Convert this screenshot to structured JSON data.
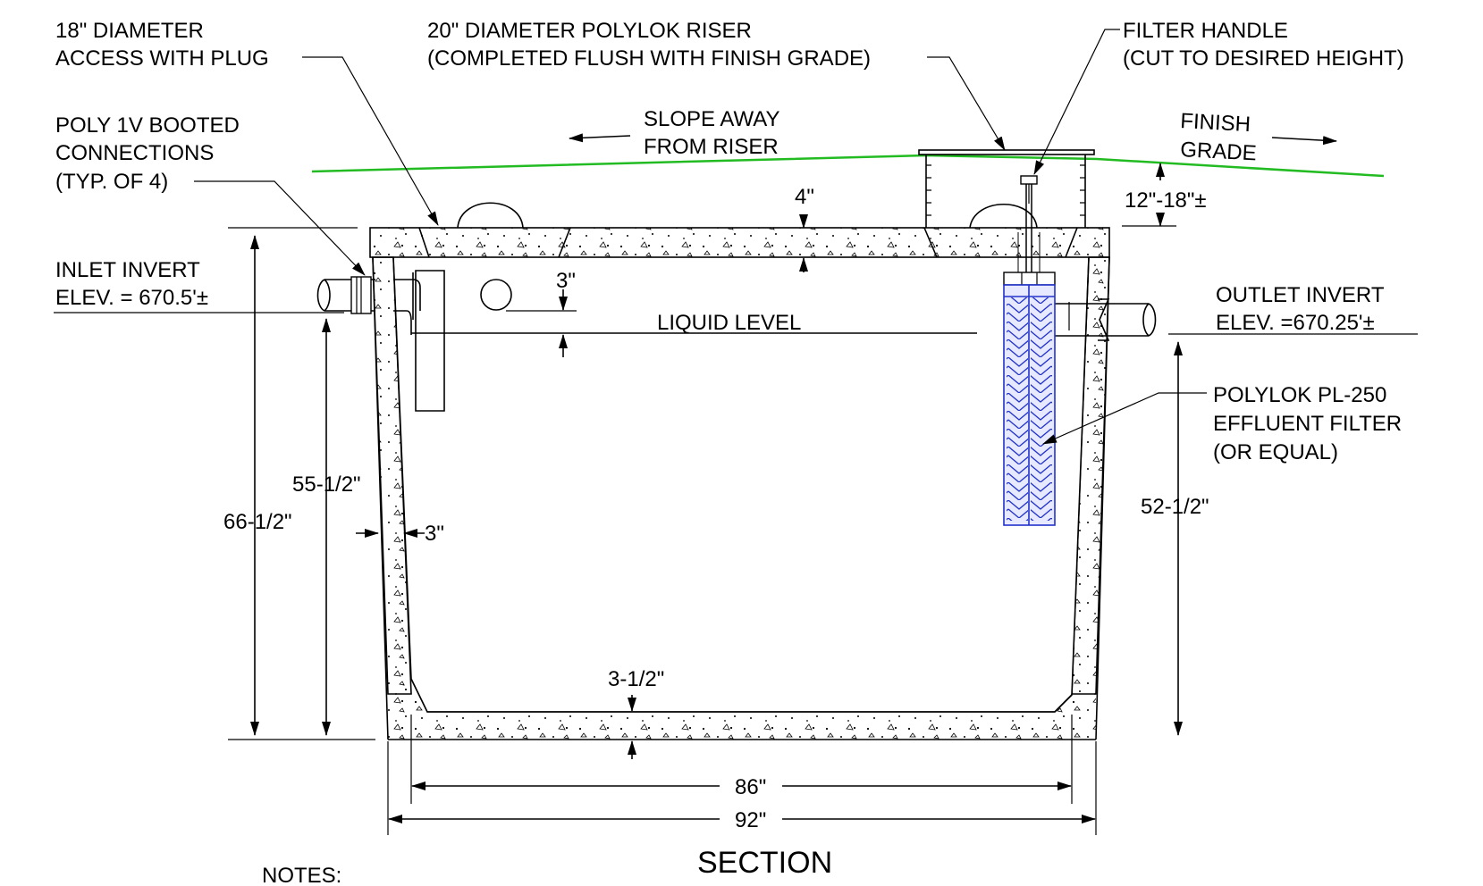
{
  "colors": {
    "line": "#000000",
    "grade_line": "#22bb22",
    "filter": "#2233cc",
    "filter_fill": "#e6e9ff",
    "background": "#ffffff"
  },
  "labels": {
    "access_line1": "18\" DIAMETER",
    "access_line2": "ACCESS WITH PLUG",
    "riser_line1": "20\" DIAMETER POLYLOK RISER",
    "riser_line2": "(COMPLETED FLUSH WITH FINISH GRADE)",
    "handle_line1": "FILTER HANDLE",
    "handle_line2": "(CUT TO DESIRED HEIGHT)",
    "boot_line1": "POLY 1V BOOTED",
    "boot_line2": "CONNECTIONS",
    "boot_line3": "(TYP. OF 4)",
    "slope_line1": "SLOPE AWAY",
    "slope_line2": "FROM RISER",
    "finish_line1": "FINISH",
    "finish_line2": "GRADE",
    "inlet_line1": "INLET INVERT",
    "inlet_line2": "ELEV. = 670.5'±",
    "outlet_line1": "OUTLET INVERT",
    "outlet_line2": "ELEV. =670.25'±",
    "liquid_level": "LIQUID LEVEL",
    "filter_line1": "POLYLOK PL-250",
    "filter_line2": "EFFLUENT FILTER",
    "filter_line3": "(OR EQUAL)",
    "section_title": "SECTION",
    "notes": "NOTES:"
  },
  "dimensions": {
    "lid_thickness": "4\"",
    "riser_depth": "12\"-18\"±",
    "pipe_to_liquid": "3\"",
    "wall_thickness": "3\"",
    "floor_thickness": "3-1/2\"",
    "overall_height": "66-1/2\"",
    "inlet_height": "55-1/2\"",
    "outlet_height": "52-1/2\"",
    "inside_width": "86\"",
    "outside_width": "92\""
  }
}
